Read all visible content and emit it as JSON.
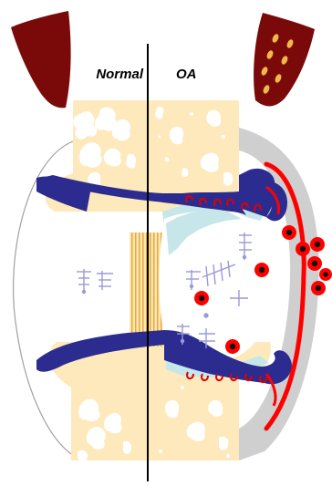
{
  "labels": {
    "left": "Normal",
    "right": "OA"
  },
  "colors": {
    "bone": "#fde9bb",
    "cartilage": "#2c2b8f",
    "muscle": "#7a0a0a",
    "inflammation": "#ff0000",
    "fibrillation": "#c7e6ea",
    "synovium_grey": "#cfcfcf",
    "cells": "#9a9ad8",
    "fluid_gold": "#e8b24a"
  },
  "icons": [
    "muscle-left",
    "muscle-right",
    "bone-marrow-bubble",
    "cell-marker",
    "red-cell-dot"
  ]
}
